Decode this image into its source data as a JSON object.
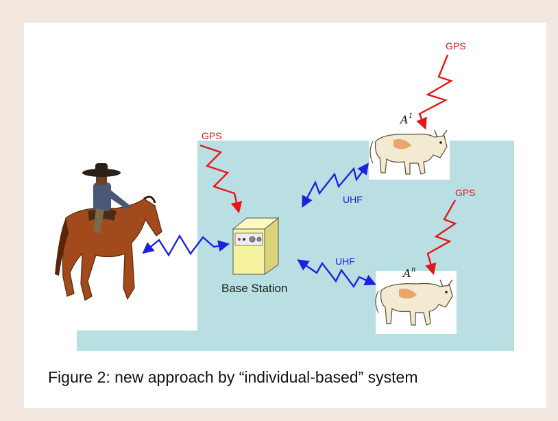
{
  "labels": {
    "gps": "GPS",
    "uhf": "UHF",
    "base_station": "Base Station",
    "cow_first": "A",
    "cow_first_sup": "1",
    "cow_last": "A",
    "cow_last_sup": "n"
  },
  "caption": "Figure 2: new approach by “individual-based” system",
  "colors": {
    "background": "#f2e8e0",
    "panel": "#ffffff",
    "pasture": "#b9dfe2",
    "gps_signal": "#e8141c",
    "uhf_signal": "#1a22e0",
    "station_body": "#f5f2a0"
  },
  "icons": [
    "horse-rider-icon",
    "base-station-icon",
    "cow-icon"
  ]
}
